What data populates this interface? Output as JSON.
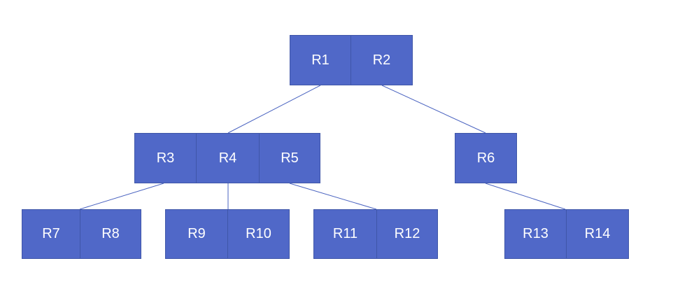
{
  "nodes": [
    {
      "id": "R1",
      "label": "R1"
    },
    {
      "id": "R2",
      "label": "R2"
    },
    {
      "id": "R3",
      "label": "R3"
    },
    {
      "id": "R4",
      "label": "R4"
    },
    {
      "id": "R5",
      "label": "R5"
    },
    {
      "id": "R6",
      "label": "R6"
    },
    {
      "id": "R7",
      "label": "R7"
    },
    {
      "id": "R8",
      "label": "R8"
    },
    {
      "id": "R9",
      "label": "R9"
    },
    {
      "id": "R10",
      "label": "R10"
    },
    {
      "id": "R11",
      "label": "R11"
    },
    {
      "id": "R12",
      "label": "R12"
    },
    {
      "id": "R13",
      "label": "R13"
    },
    {
      "id": "R14",
      "label": "R14"
    }
  ],
  "edges": [
    {
      "from": "R1",
      "to": "R4"
    },
    {
      "from": "R2",
      "to": "R6"
    },
    {
      "from": "R3",
      "to": "R7"
    },
    {
      "from": "R4",
      "to": "R9"
    },
    {
      "from": "R5",
      "to": "R12"
    },
    {
      "from": "R6",
      "to": "R13"
    }
  ],
  "colors": {
    "node_fill": "#5068c8",
    "node_border": "#3f56a8",
    "edge": "#4a63c0",
    "text": "#ffffff"
  }
}
